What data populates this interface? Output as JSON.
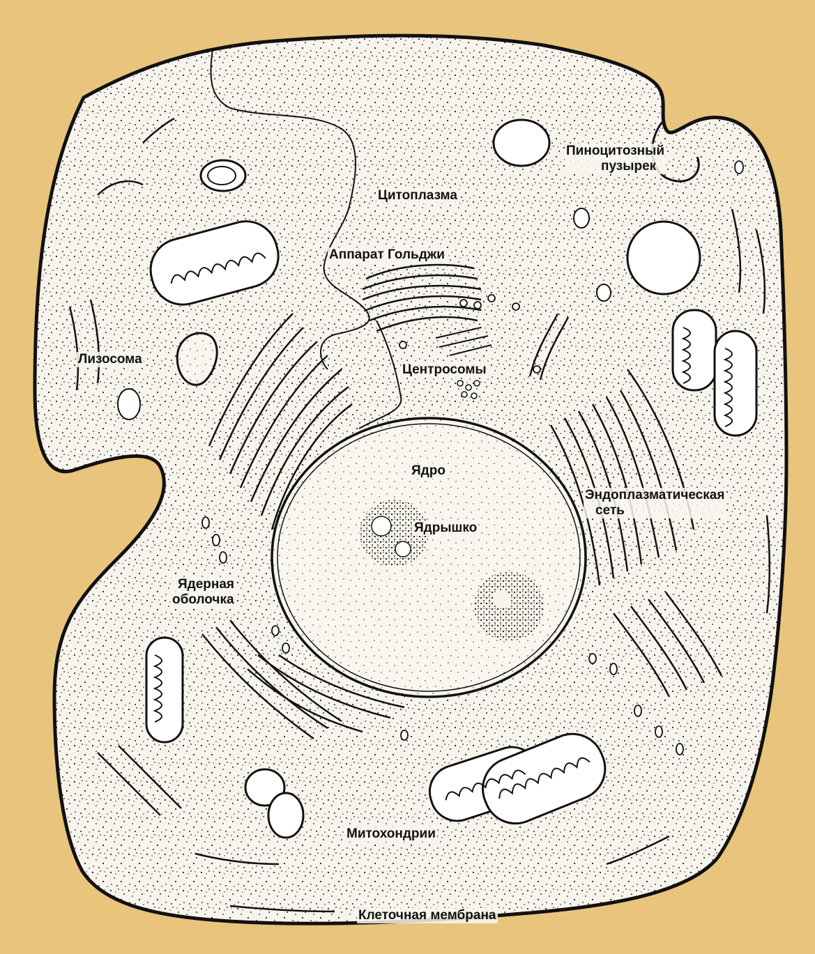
{
  "colors": {
    "background": "#e9c47d",
    "cytoplasm": "#f6f4ec",
    "outline": "#111111",
    "vesicle": "#ffffff"
  },
  "labels": {
    "pinocytic_vesicle": [
      "Пиноцитозный",
      "пузырек"
    ],
    "cytoplasm": "Цитоплазма",
    "golgi": "Аппарат Гольджи",
    "lysosome": "Лизосома",
    "centrosomes": "Центросомы",
    "nucleus": "Ядро",
    "nucleolus": "Ядрышко",
    "er": [
      "Эндоплазматическая",
      "сеть"
    ],
    "nuclear_envelope": [
      "Ядерная",
      "оболочка"
    ],
    "mitochondria": "Митохондрии",
    "cell_membrane": "Клеточная мембрана"
  }
}
